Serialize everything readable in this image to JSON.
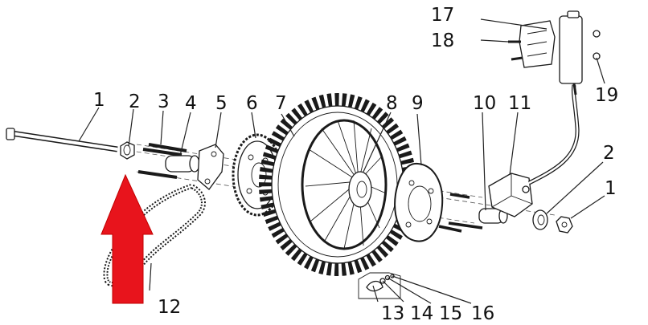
{
  "callouts": {
    "c1": "1",
    "c2": "2",
    "c3": "3",
    "c4": "4",
    "c5": "5",
    "c6": "6",
    "c7": "7",
    "c8": "8",
    "c9": "9",
    "c10": "10",
    "c11": "11",
    "c12": "12",
    "c13": "13",
    "c14": "14",
    "c15": "15",
    "c16": "16",
    "c17": "17",
    "c18": "18",
    "c19": "19",
    "c2b": "2",
    "c1b": "1"
  },
  "arrow": {
    "color": "#e8141c",
    "icon": "up-arrow-icon"
  }
}
